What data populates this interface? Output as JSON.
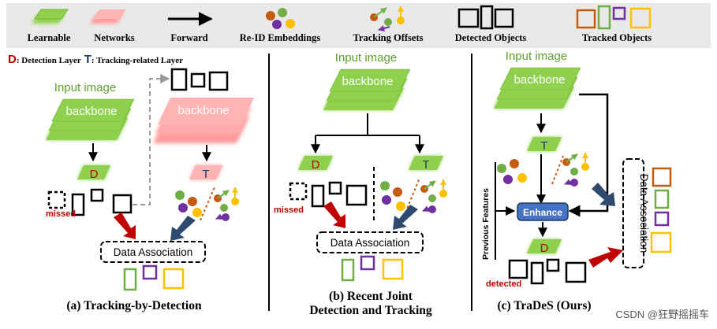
{
  "legend": {
    "learnable": "Learnable",
    "networks": "Networks",
    "forward": "Forward",
    "reid": "Re-ID Embeddings",
    "offsets": "Tracking Offsets",
    "detected": "Detected Objects",
    "tracked": "Tracked Objects"
  },
  "layer_key": {
    "d_letter": "D",
    "d_text": ": Detection Layer",
    "t_letter": "T",
    "t_text": ": Tracking-related Layer"
  },
  "common": {
    "input_image": "Input image",
    "backbone": "backbone",
    "d": "D",
    "t": "T",
    "data_association": "Data Association",
    "missed": "missed"
  },
  "panel_a": {
    "caption": "(a) Tracking-by-Detection"
  },
  "panel_b": {
    "caption_line1": "(b) Recent Joint",
    "caption_line2": "Detection and Tracking"
  },
  "panel_c": {
    "caption": "(c) TraDeS (Ours)",
    "enhance": "Enhance",
    "previous_features": "Previous Features",
    "detected": "detected"
  },
  "watermark": "CSDN @狂野摇摇车",
  "colors": {
    "green": "#8fd14f",
    "green_dark": "#5e9e2e",
    "pink": "#ff9a9a",
    "red_text": "#c00000",
    "navy": "#1f3864",
    "arrow_red": "#c00000",
    "arrow_blue": "#2e4a6e",
    "track_orange": "#c55a11",
    "track_green": "#70ad47",
    "track_purple": "#7030a0",
    "track_yellow": "#ffc000",
    "enhance_fill": "#4472c4"
  }
}
